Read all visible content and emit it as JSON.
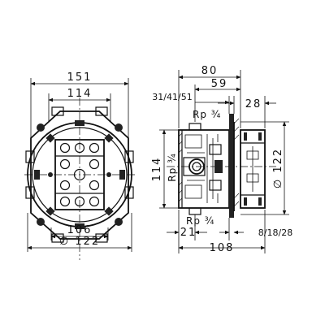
{
  "colors": {
    "line": "#111111",
    "background": "#ffffff",
    "fill_dark": "#222222"
  },
  "front_view": {
    "dim_overall_width": "151",
    "dim_inner_width": "114",
    "dim_bottom_width": "106",
    "dim_diameter": "∅ 122"
  },
  "side_view": {
    "dim_depth_total": "80",
    "dim_depth_mid": "59",
    "dim_options_top": "31/41/51",
    "dim_flange": "28",
    "dim_height": "114",
    "dim_diameter": "∅ 122",
    "thread_top": "Rp ¾",
    "thread_side": "Rp ¾",
    "thread_bottom": "Rp ¾",
    "dim_offset_bottom": "21",
    "dim_depth_bottom": "108",
    "dim_options_bottom": "8/18/28"
  }
}
